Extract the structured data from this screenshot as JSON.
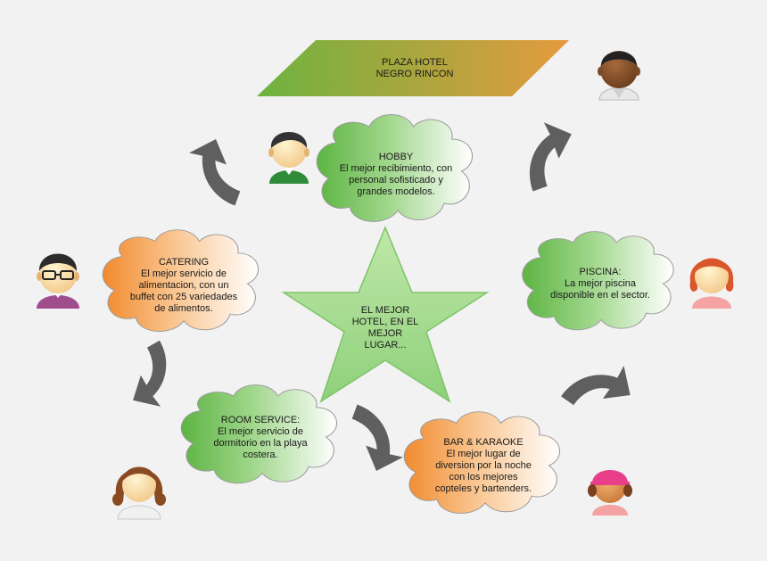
{
  "title": {
    "line1": "PLAZA HOTEL",
    "line2": "NEGRO RINCON"
  },
  "center": {
    "lines": [
      "EL MEJOR",
      "HOTEL, EN EL",
      "MEJOR",
      "LUGAR..."
    ]
  },
  "clouds": {
    "hobby": {
      "heading": "HOBBY",
      "lines": [
        "El mejor recibimiento, con",
        "personal sofisticado y",
        "grandes modelos."
      ]
    },
    "catering": {
      "heading": "CATERING",
      "lines": [
        "El mejor servicio de",
        "alimentacion, con un",
        "buffet con 25 variedades",
        "de alimentos."
      ]
    },
    "piscina": {
      "heading": "PISCINA:",
      "lines": [
        "La mejor piscina",
        "disponible en el sector."
      ]
    },
    "room_service": {
      "heading": "ROOM SERVICE:",
      "lines": [
        "El mejor servicio de",
        "dormitorio en la playa",
        "costera."
      ]
    },
    "bar_karaoke": {
      "heading": "BAR & KARAOKE",
      "lines": [
        "El mejor lugar de",
        "diversion por la noche",
        "con los mejores",
        "copteles y bartenders."
      ]
    }
  },
  "colors": {
    "green_cloud": "#6cbf4e",
    "orange_cloud": "#f39a45",
    "star": "#a9dc94",
    "arrow": "#5f5f5f",
    "banner_left": "#6db33f",
    "banner_right": "#e59a3e"
  }
}
